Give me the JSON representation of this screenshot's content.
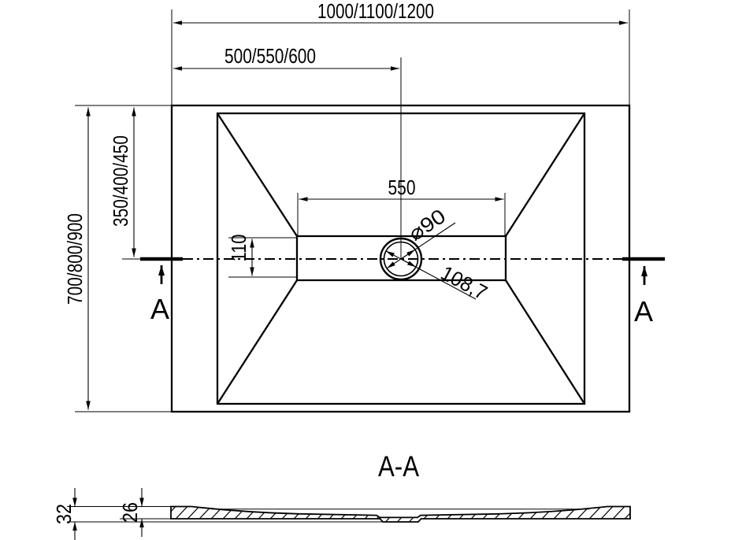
{
  "drawing": {
    "background": "#ffffff",
    "line_color": "#000000",
    "plan": {
      "overall_width": "1000/1100/1200",
      "drain_offset_width": "500/550/600",
      "overall_depth": "700/800/900",
      "drain_offset_depth": "350/400/450",
      "channel_length": "550",
      "channel_width": "110",
      "drain_diameter": "⌀90",
      "drain_diagonal": "108,7",
      "section_marker_left": "A",
      "section_marker_right": "A"
    },
    "section": {
      "title": "A-A",
      "total_height": "32",
      "base_thickness": "26"
    }
  }
}
